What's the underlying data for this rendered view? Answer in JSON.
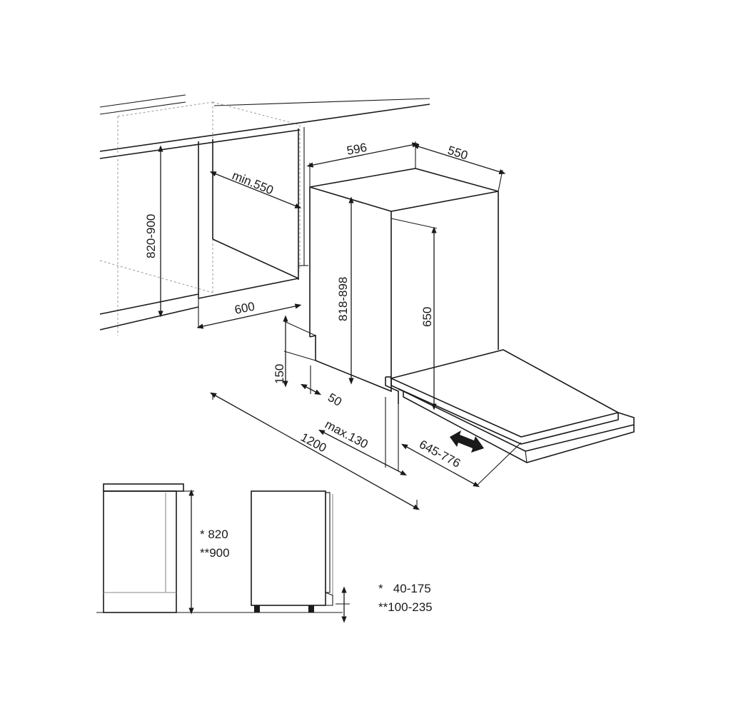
{
  "dimensions": {
    "width_596": "596",
    "depth_550": "550",
    "min_550": "min.550",
    "height_820_900": "820-900",
    "niche_600": "600",
    "height_818_898": "818-898",
    "height_650": "650",
    "plinth_150": "150",
    "plinth_50": "50",
    "max_130": "max.130",
    "door_open_1200": "1200",
    "range_645_776": "645-776"
  },
  "side_view": {
    "height_a": "* 820",
    "height_b": "**900"
  },
  "plinth_notes": {
    "note_a": "*   40-175",
    "note_b": "**100-235"
  }
}
